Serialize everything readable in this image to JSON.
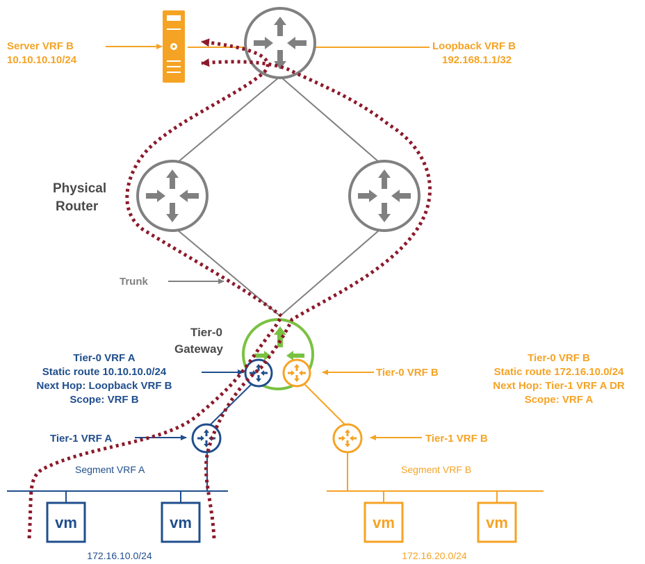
{
  "colors": {
    "orange": "#F5A324",
    "blue": "#1F4E8C",
    "gray": "#808080",
    "dark_gray": "#4a4a4a",
    "green": "#7AC142",
    "path_red": "#8B1A2B"
  },
  "labels": {
    "server_vrf_b": [
      "Server VRF B",
      "10.10.10.10/24"
    ],
    "loopback_vrf_b": [
      "Loopback VRF B",
      "192.168.1.1/32"
    ],
    "physical_router": [
      "Physical",
      "Router"
    ],
    "trunk": "Trunk",
    "tier0_gateway": [
      "Tier-0",
      "Gateway"
    ],
    "tier0_vrf_a_block": [
      "Tier-0 VRF A",
      "Static route 10.10.10.0/24",
      "Next Hop: Loopback VRF B",
      "Scope: VRF B"
    ],
    "tier0_vrf_b_right": [
      "Tier-0 VRF B",
      "Static route 172.16.10.0/24",
      "Next Hop: Tier-1 VRF A DR",
      "Scope: VRF A"
    ],
    "tier0_vrf_b_label": "Tier-0 VRF B",
    "tier1_vrf_a": "Tier-1 VRF A",
    "tier1_vrf_b": "Tier-1 VRF B",
    "segment_vrf_a": "Segment VRF A",
    "segment_vrf_b": "Segment VRF B",
    "subnet_a": "172.16.10.0/24",
    "subnet_b": "172.16.20.0/24",
    "vm": "vm"
  },
  "icons": [
    "server-icon",
    "router-icon",
    "tier0-gateway-icon",
    "tier1-router-icon",
    "vm-icon",
    "arrow-icon"
  ]
}
